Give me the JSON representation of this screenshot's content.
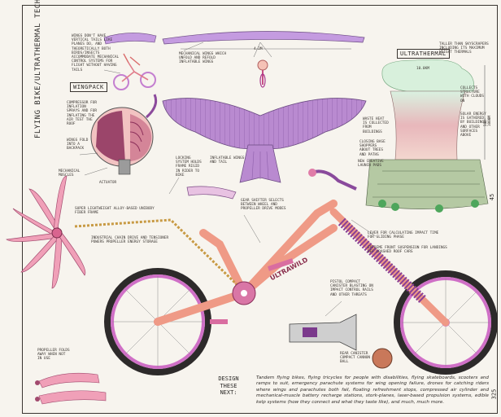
{
  "title": "FLYING BIKE/ULTRATHERMAL TECHNICAL DETAILS",
  "tags": {
    "wingpack": "WINGPACK",
    "ultrathermal": "ULTRATHERMAL",
    "design_next": "DESIGN THESE NEXT:"
  },
  "labels": {
    "wings_vertical": "WINGS DON'T HAVE VERTICAL TAILS LIKE PLANES DO, AND THEORETICALLY BOTH BIRDS/INSECTS ACCOMMODATE MECHANICAL CONTROL SYSTEMS FOR FLIGHT WITHOUT HAVING TAILS",
    "mechanical_wings": "MECHANICAL WINGS WHICH UNFOLD AND REFOLD INFLATABLE WINGS",
    "h_width": "4.2M",
    "compressor": "COMPRESSOR FOR INFLATION SPRAYS AND FOR INFLATING THE AIR TEST THE ROOF",
    "wings_fold": "WINGS FOLD INTO A BACKPACK",
    "mech_muscles": "MECHANICAL MUSCLES",
    "actuator": "ACTUATOR",
    "locking": "LOCKING SYSTEM HOLDS FRAME RIGID IN RIDER TO BIKE",
    "inflatable_wings": "INFLATABLE WINGS AND TAIL",
    "super_light": "SUPER LIGHTWEIGHT ALLOY-BASED UNIBODY FIBER FRAME",
    "industrial_chain": "INDUSTRIAL CHAIN DRIVE AND TENSIONER POWERS PROPELLER ENERGY STORAGE",
    "gear_shifter": "GEAR SHIFTER SELECTS BETWEEN WHEEL AND PROPELLER DRIVE MODES",
    "lever": "LEVER FOR CALCULATING IMPACT TIME FOR GLIDING PHASE",
    "ext_suspension": "EXTREME FRONT SUSPENSION FOR LANDINGS OFF CRASHED ROOF CARS",
    "pistol": "PISTOL COMPACT CANISTER BLASTING ON IMPACT CONTROL RAILS AND OTHER THREATS",
    "rear_canister": "REAR CANISTER COMPACT CANNON BALL",
    "propeller": "PROPELLER FOLDS AWAY WHEN NOT IN USE",
    "taller_than": "TALLER THAN SKYSCRAPERS INCLUDING ITS MAXIMUM HEIGHT THERMALS",
    "km_width": "10.0KM",
    "collects": "COLLECTS STRUCTURE WITH CLOUDS ON",
    "solar": "SOLAR ENERGY IS GATHERED BY BUILDINGS AND OTHER SURFACES ABOVE",
    "exhaust": "WASTE HEAT IS COLLECTED FROM BUILDINGS",
    "cooling": "CLOSING BASE SHOPPERS ABOUT TREES AND PATHS",
    "launch_pods": "NEW CREATIVE LAUNCH PADS",
    "height": "500-1000M"
  },
  "frame_text": "ULTRAWILD",
  "design_next_text": "Tandem flying bikes, flying tricycles for people with disabilities, flying skateboards, scooters and ramps to suit, emergency parachute systems for wing opening failure, drones for catching riders where wings and parachutes both fail, floating refreshment stops, compressed air cylinder and mechanical-muscle battery recharge stations, stork-planes, laser-based propulsion systems, edible kelp systems (how they connect and what they taste like), and much, much more.",
  "page_number": "325",
  "side_number": "45",
  "colors": {
    "wing": "#b98ad0",
    "frame": "#ef9a86",
    "wheel": "#cf6fc6",
    "propeller": "#e87aa8",
    "tire": "#2d2a2a",
    "tree": "#7fc58f"
  }
}
